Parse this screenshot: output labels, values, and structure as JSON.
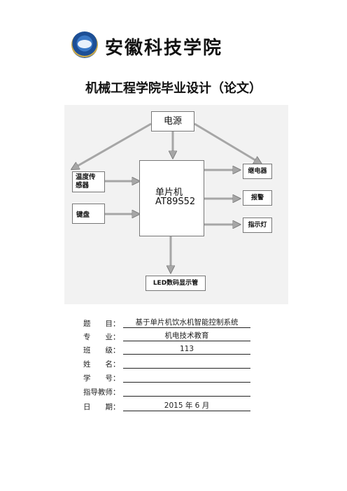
{
  "header": {
    "school_name": "安徽科技学院",
    "document_title": "机械工程学院毕业设计（论文）"
  },
  "diagram": {
    "power": "电源",
    "mcu": [
      "单片机",
      "AT89S52"
    ],
    "temp_sensor": [
      "温度传",
      "感器"
    ],
    "keyboard": "键盘",
    "relay": "继电器",
    "alarm": "报警",
    "indicator": "指示灯",
    "led_display": "LED数码显示管"
  },
  "form": {
    "topic": {
      "label": "题　　目：",
      "value": "基于单片机饮水机智能控制系统"
    },
    "major": {
      "label": "专　　业：",
      "value": "机电技术教育"
    },
    "class": {
      "label": "班　　级：",
      "value": "113"
    },
    "name": {
      "label": "姓　　名：",
      "value": ""
    },
    "student_id": {
      "label": "学　　号：",
      "value": ""
    },
    "advisor": {
      "label": "指导教师：",
      "value": ""
    },
    "date": {
      "label": "日　　期：",
      "value": "2015 年 6  月"
    }
  },
  "colors": {
    "arrow_fill": "#a6a6a6",
    "diagram_bg": "#f2f2f2",
    "logo_blue": "#1d4f96"
  }
}
